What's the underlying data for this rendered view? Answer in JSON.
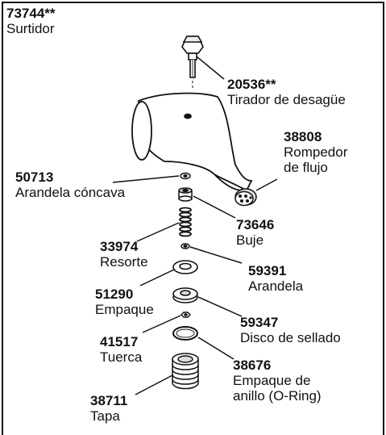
{
  "parts": [
    {
      "id": "spout",
      "number": "73744**",
      "name": "Surtidor"
    },
    {
      "id": "diverter-knob",
      "number": "20536**",
      "name": "Tirador de desagüe"
    },
    {
      "id": "flow-breaker",
      "number": "38808",
      "name_lines": [
        "Rompedor",
        "de flujo"
      ]
    },
    {
      "id": "concave-washer",
      "number": "50713",
      "name": "Arandela cóncava"
    },
    {
      "id": "bushing",
      "number": "73646",
      "name": "Buje"
    },
    {
      "id": "spring",
      "number": "33974",
      "name": "Resorte"
    },
    {
      "id": "washer",
      "number": "59391",
      "name": "Arandela"
    },
    {
      "id": "gasket",
      "number": "51290",
      "name": "Empaque"
    },
    {
      "id": "seal-disc",
      "number": "59347",
      "name": "Disco de sellado"
    },
    {
      "id": "nut",
      "number": "41517",
      "name": "Tuerca"
    },
    {
      "id": "o-ring",
      "number": "38676",
      "name_lines": [
        "Empaque de",
        "anillo (O-Ring)"
      ]
    },
    {
      "id": "cap",
      "number": "38711",
      "name": "Tapa"
    }
  ]
}
